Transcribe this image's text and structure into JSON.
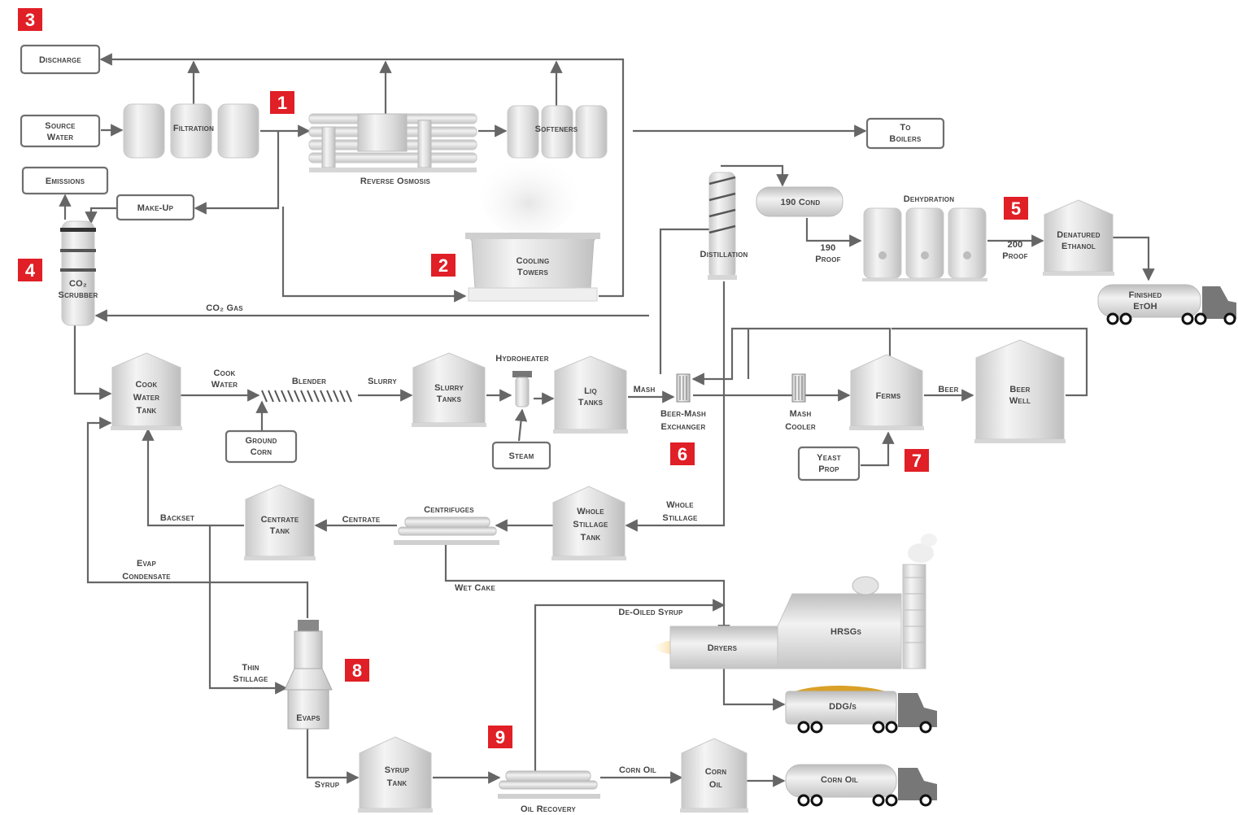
{
  "colors": {
    "badge": "#e01f26",
    "line": "#666666",
    "vessel": "#d8d8d8",
    "flame": "#f0a030"
  },
  "badges": [
    "1",
    "2",
    "3",
    "4",
    "5",
    "6",
    "7",
    "8",
    "9"
  ],
  "boxes": {
    "discharge": [
      "Discharge"
    ],
    "source_water": [
      "Source",
      "Water"
    ],
    "emissions": [
      "Emissions"
    ],
    "make_up": [
      "Make-Up"
    ],
    "to_boilers": [
      "To",
      "Boilers"
    ],
    "ground_corn": [
      "Ground",
      "Corn"
    ],
    "steam": [
      "Steam"
    ],
    "yeast_prop": [
      "Yeast",
      "Prop"
    ]
  },
  "equipment": {
    "filtration": [
      "Filtration"
    ],
    "reverse_osmosis": [
      "Reverse Osmosis"
    ],
    "softeners": [
      "Softeners"
    ],
    "cooling_towers": [
      "Cooling",
      "Towers"
    ],
    "co2_scrubber": [
      "CO₂",
      "Scrubber"
    ],
    "distillation": [
      "Distillation"
    ],
    "cond_190": [
      "190 Cond"
    ],
    "dehydration": [
      "Dehydration"
    ],
    "denatured_ethanol": [
      "Denatured",
      "Ethanol"
    ],
    "finished_etoh": [
      "Finished",
      "EtOH"
    ],
    "cook_water_tank": [
      "Cook",
      "Water",
      "Tank"
    ],
    "blender": [
      "Blender"
    ],
    "slurry_tanks": [
      "Slurry",
      "Tanks"
    ],
    "hydroheater": [
      "Hydroheater"
    ],
    "liq_tanks": [
      "Liq",
      "Tanks"
    ],
    "beer_mash_exchanger": [
      "Beer-Mash",
      "Exchanger"
    ],
    "mash_cooler": [
      "Mash",
      "Cooler"
    ],
    "ferms": [
      "Ferms"
    ],
    "beer_well": [
      "Beer",
      "Well"
    ],
    "centrate_tank": [
      "Centrate",
      "Tank"
    ],
    "centrifuges": [
      "Centrifuges"
    ],
    "whole_stillage_tank": [
      "Whole",
      "Stillage",
      "Tank"
    ],
    "evaps": [
      "Evaps"
    ],
    "syrup_tank": [
      "Syrup",
      "Tank"
    ],
    "oil_recovery": [
      "Oil Recovery"
    ],
    "corn_oil_tank": [
      "Corn",
      "Oil"
    ],
    "dryers": [
      "Dryers"
    ],
    "hrsgs": [
      "HRSGs"
    ],
    "ddgs_truck": [
      "DDG/s"
    ],
    "corn_oil_truck": [
      "Corn Oil"
    ]
  },
  "streams": {
    "co2_gas": "CO₂ Gas",
    "proof_190": [
      "190",
      "Proof"
    ],
    "proof_200": [
      "200",
      "Proof"
    ],
    "cook_water": [
      "Cook",
      "Water"
    ],
    "slurry": "Slurry",
    "mash": "Mash",
    "beer": "Beer",
    "whole_stillage": [
      "Whole",
      "Stillage"
    ],
    "centrate": "Centrate",
    "backset": "Backset",
    "evap_condensate": [
      "Evap",
      "Condensate"
    ],
    "wet_cake": "Wet Cake",
    "de_oiled_syrup": "De-Oiled Syrup",
    "thin_stillage": [
      "Thin",
      "Stillage"
    ],
    "syrup": "Syrup",
    "corn_oil": "Corn Oil"
  }
}
